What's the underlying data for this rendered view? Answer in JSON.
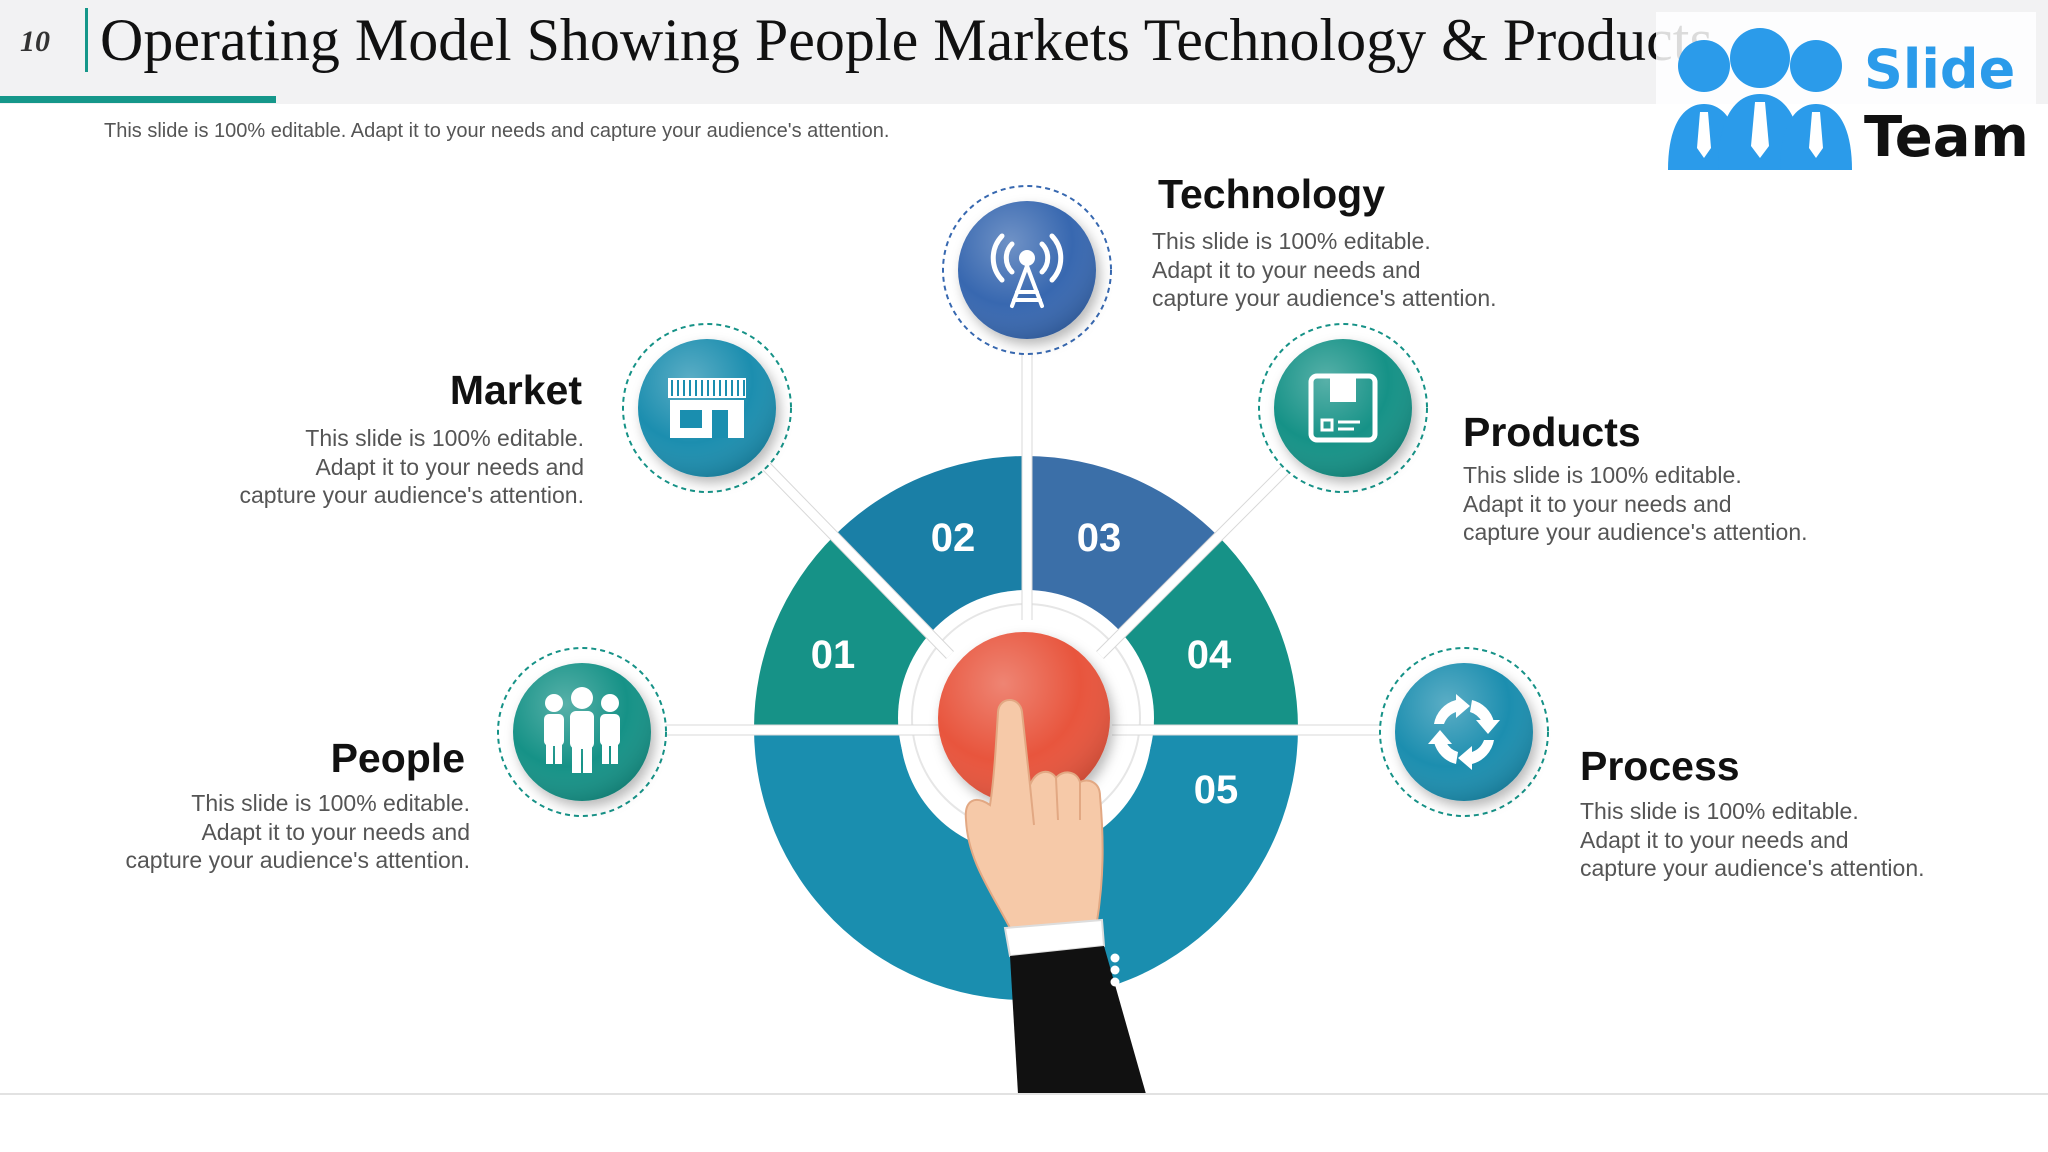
{
  "header": {
    "slide_number": "10",
    "title": "Operating Model Showing People Markets Technology & Products",
    "subtitle": "This slide is 100% editable. Adapt it to your needs and capture your audience's attention."
  },
  "logo": {
    "word1": "Slide",
    "word2": "Team"
  },
  "diagram": {
    "center_color": "#e8553c",
    "segments": [
      {
        "number": "01",
        "color": "#169287"
      },
      {
        "number": "02",
        "color": "#1a7fa6"
      },
      {
        "number": "03",
        "color": "#3b6fa8"
      },
      {
        "number": "04",
        "color": "#169287"
      },
      {
        "number": "05",
        "color": "#1a8eaf"
      }
    ],
    "items": [
      {
        "title": "People",
        "icon": "people-icon",
        "color": "#169287",
        "desc": [
          "This slide is 100% editable.",
          "Adapt it to your needs and",
          "capture your audience's attention."
        ]
      },
      {
        "title": "Market",
        "icon": "storefront-icon",
        "color": "#1a8eaf",
        "desc": [
          "This slide is 100% editable.",
          "Adapt it to your needs and",
          "capture your audience's attention."
        ]
      },
      {
        "title": "Technology",
        "icon": "antenna-tower-icon",
        "color": "#3768b0",
        "desc": [
          "This slide is 100% editable.",
          "Adapt it to your needs and",
          "capture your audience's attention."
        ]
      },
      {
        "title": "Products",
        "icon": "product-box-icon",
        "color": "#169287",
        "desc": [
          "This slide is 100% editable.",
          "Adapt it to your needs and",
          "capture your audience's attention."
        ]
      },
      {
        "title": "Process",
        "icon": "refresh-cycle-icon",
        "color": "#1a8eaf",
        "desc": [
          "This slide is 100% editable.",
          "Adapt it to your needs and",
          "capture your audience's attention."
        ]
      }
    ]
  }
}
